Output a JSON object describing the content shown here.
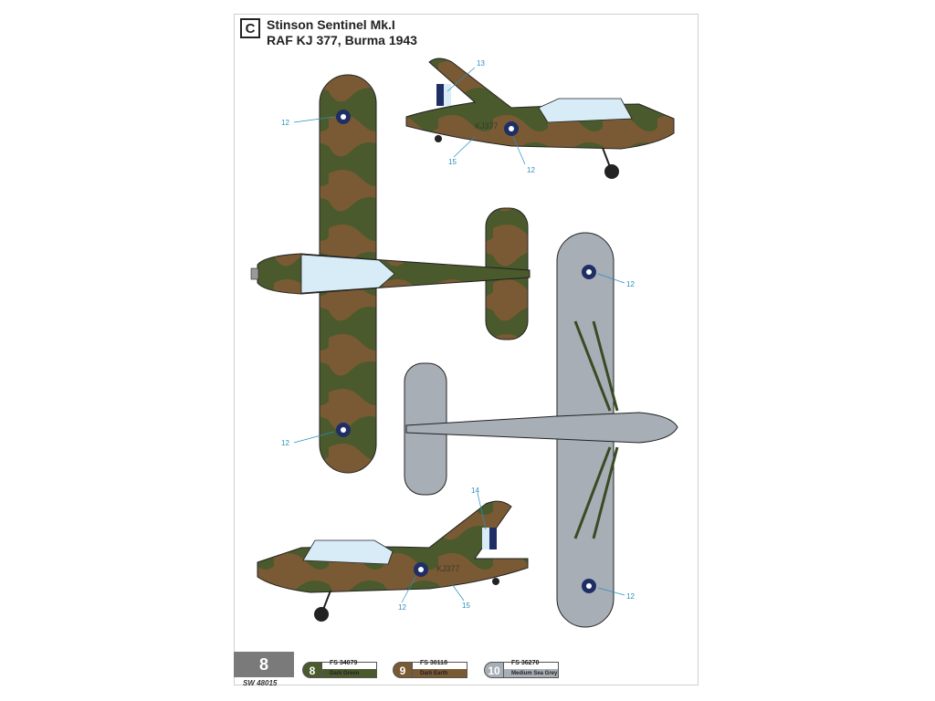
{
  "header": {
    "badge": "C",
    "title": "Stinson Sentinel Mk.I",
    "subtitle": "RAF KJ 377, Burma 1943"
  },
  "footer": {
    "page_number": "8",
    "product_code": "SW 48015"
  },
  "colors_legend": [
    {
      "number": "8",
      "fs": "FS 34079",
      "name": "Dark Green",
      "hex": "#4a5a2c"
    },
    {
      "number": "9",
      "fs": "FS 30118",
      "name": "Dark Earth",
      "hex": "#7a5a34"
    },
    {
      "number": "10",
      "fs": "FS 36270",
      "name": "Medium Sea Grey",
      "hex": "#a8aeb6"
    }
  ],
  "callouts": {
    "c12": "12",
    "c13": "13",
    "c14": "14",
    "c15": "15"
  },
  "registration": "KJ377",
  "colors": {
    "dark_green": "#4a5a2c",
    "dark_earth": "#7a5a34",
    "sea_grey": "#a8aeb6",
    "roundel_blue": "#1f2f66",
    "canopy": "#d8ecf8",
    "callout": "#2a8fc0"
  }
}
